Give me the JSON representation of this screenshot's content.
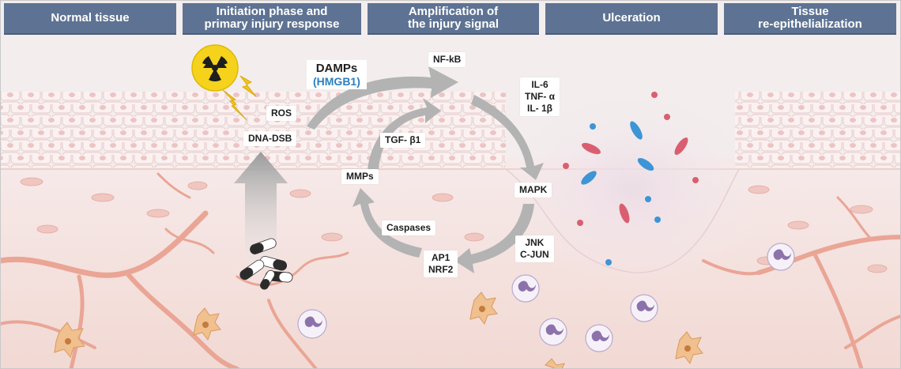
{
  "headers": [
    {
      "text": "Normal tissue"
    },
    {
      "text": "Initiation phase and\nprimary injury response"
    },
    {
      "text": "Amplification of\nthe injury signal"
    },
    {
      "text": "Ulceration"
    },
    {
      "text": "Tissue\nre-epithelialization"
    }
  ],
  "labels": {
    "damps": "DAMPs",
    "hmgb1": "(HMGB1)",
    "ros": "ROS",
    "dna_dsb": "DNA-DSB",
    "nfkb": "NF-kB",
    "cytokines": "IL-6\nTNF- α\nIL- 1β",
    "tgf": "TGF- β1",
    "mmps": "MMPs",
    "mapk": "MAPK",
    "caspases": "Caspases",
    "jnk": "JNK\nC-JUN",
    "ap1": "AP1\nNRF2"
  },
  "colors": {
    "header_bg": "#5e7393",
    "header_text": "#ffffff",
    "hmgb1_text": "#2a7fc1",
    "epithelium": "#f8e6e6",
    "dermis": "#f3dcd6",
    "vessel": "#e9a595",
    "arrow_gray": "#b3b3b3",
    "radiation_yellow": "#f5d21c",
    "lightning": "#f2c21a",
    "cell_red": "#d95f70",
    "cell_blue": "#3d95d6",
    "neutrophil": "#8c72aa",
    "fibroblast": "#e8b47a"
  },
  "icons": [
    "radiation-icon",
    "lightning-icon",
    "capsule-icon",
    "neutrophil-icon",
    "fibroblast-icon"
  ]
}
